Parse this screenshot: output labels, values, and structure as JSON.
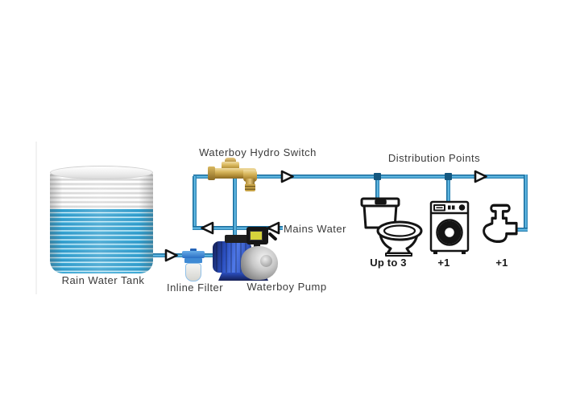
{
  "diagram": {
    "labels": {
      "hydro_switch": "Waterboy Hydro Switch",
      "distribution": "Distribution Points",
      "mains_water": "Mains Water",
      "tank": "Rain Water Tank",
      "inline_filter": "Inline Filter",
      "pump": "Waterboy Pump"
    },
    "distribution_items": [
      {
        "name": "toilet",
        "count": "Up to 3"
      },
      {
        "name": "washing-machine",
        "count": "+1"
      },
      {
        "name": "tap",
        "count": "+1"
      }
    ],
    "colors": {
      "pipe": "#3d9bce",
      "pipe_edge": "#1c6f9f",
      "joint": "#14577f",
      "brass": "#c9a544",
      "tank_water": "#35a8d6",
      "filter_blue": "#2e7ed0",
      "pump_blue": "#2b4fc0",
      "controller_screen": "#d6d33c",
      "label_text": "#3b3b3b",
      "background": "#ffffff"
    }
  }
}
